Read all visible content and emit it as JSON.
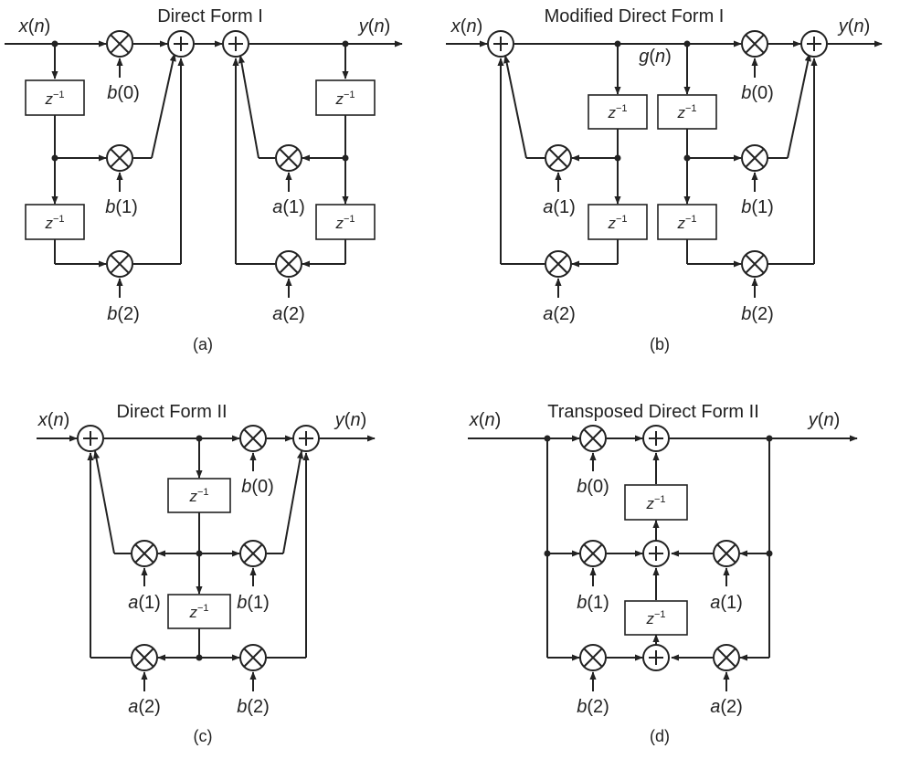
{
  "diagrams": {
    "a": {
      "title": "Direct Form I",
      "caption": "(a)",
      "x_label": "x(n)",
      "y_label": "y(n)",
      "delay": "z",
      "delay_exp": "−1",
      "coef": {
        "b0": "b(0)",
        "b1": "b(1)",
        "b2": "b(2)",
        "a1": "a(1)",
        "a2": "a(2)"
      }
    },
    "b": {
      "title": "Modified Direct Form I",
      "caption": "(b)",
      "x_label": "x(n)",
      "y_label": "y(n)",
      "g_label": "g(n)",
      "delay": "z",
      "delay_exp": "−1",
      "coef": {
        "b0": "b(0)",
        "b1": "b(1)",
        "b2": "b(2)",
        "a1": "a(1)",
        "a2": "a(2)"
      }
    },
    "c": {
      "title": "Direct Form II",
      "caption": "(c)",
      "x_label": "x(n)",
      "y_label": "y(n)",
      "delay": "z",
      "delay_exp": "−1",
      "coef": {
        "b0": "b(0)",
        "b1": "b(1)",
        "b2": "b(2)",
        "a1": "a(1)",
        "a2": "a(2)"
      }
    },
    "d": {
      "title": "Transposed Direct Form II",
      "caption": "(d)",
      "x_label": "x(n)",
      "y_label": "y(n)",
      "delay": "z",
      "delay_exp": "−1",
      "coef": {
        "b0": "b(0)",
        "b1": "b(1)",
        "b2": "b(2)",
        "a1": "a(1)",
        "a2": "a(2)"
      }
    }
  },
  "colors": {
    "ink": "#222222",
    "background": "#ffffff"
  },
  "icons": {
    "adder": "circled-plus-icon",
    "multiplier": "circled-times-icon",
    "delay": "delay-box"
  }
}
